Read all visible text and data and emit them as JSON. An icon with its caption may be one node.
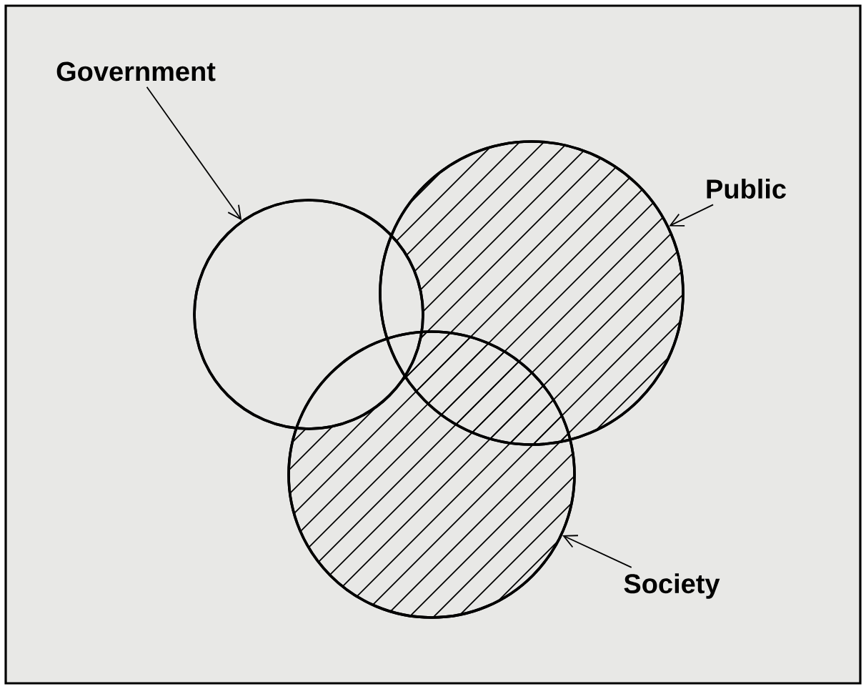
{
  "diagram": {
    "nodes": [
      {
        "text": [
          "Government"
        ]
      },
      {
        "text": [],
        "shape": "circle"
      },
      {
        "text": [],
        "shape": "circle"
      },
      {
        "text": [
          "Public"
        ]
      },
      {
        "text": [],
        "shape": "circle"
      },
      {
        "text": [
          "Society"
        ]
      }
    ],
    "edges": [
      {
        "from": 0,
        "to": 1,
        "arrow": "to"
      },
      {
        "from": 3,
        "to": 2,
        "arrow": "to"
      },
      {
        "from": 5,
        "to": 4,
        "arrow": "to"
      }
    ]
  }
}
